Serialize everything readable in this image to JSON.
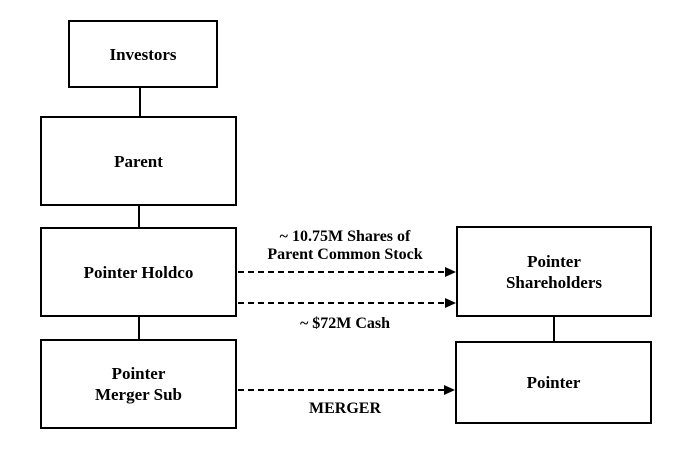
{
  "colors": {
    "background": "#ffffff",
    "line": "#000000",
    "text": "#000000"
  },
  "boxes": {
    "investors": {
      "label": "Investors"
    },
    "parent": {
      "label": "Parent"
    },
    "holdco": {
      "label": "Pointer Holdco"
    },
    "merger_sub": {
      "line1": "Pointer",
      "line2": "Merger Sub"
    },
    "shareholders": {
      "line1": "Pointer",
      "line2": "Shareholders"
    },
    "pointer": {
      "label": "Pointer"
    }
  },
  "edges": {
    "investors_parent": {
      "from": "Investors",
      "to": "Parent",
      "style": "solid"
    },
    "parent_holdco": {
      "from": "Parent",
      "to": "Pointer Holdco",
      "style": "solid"
    },
    "holdco_merger_sub": {
      "from": "Pointer Holdco",
      "to": "Pointer Merger Sub",
      "style": "solid"
    },
    "shareholders_pointer": {
      "from": "Pointer Shareholders",
      "to": "Pointer",
      "style": "solid"
    },
    "shares": {
      "from": "Pointer Holdco",
      "to": "Pointer Shareholders",
      "style": "dashed-arrow",
      "label_line1": "~ 10.75M Shares of",
      "label_line2": "Parent Common Stock"
    },
    "cash": {
      "from": "Pointer Holdco",
      "to": "Pointer Shareholders",
      "style": "dashed-arrow",
      "label": "~ $72M Cash"
    },
    "merger": {
      "from": "Pointer Merger Sub",
      "to": "Pointer",
      "style": "dashed-arrow",
      "label": "MERGER"
    }
  }
}
